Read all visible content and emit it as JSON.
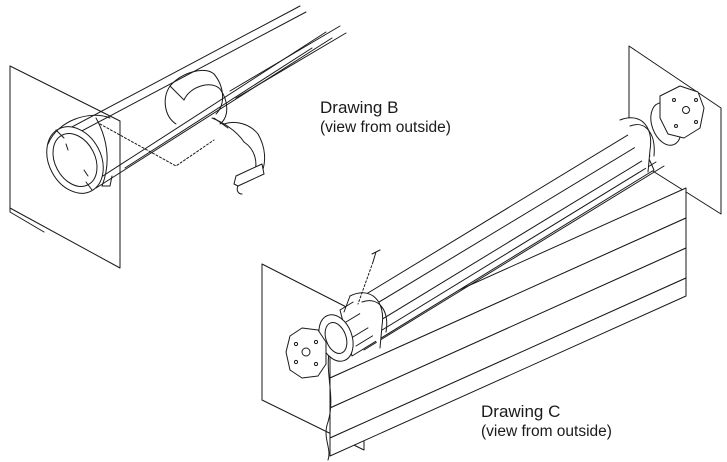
{
  "drawing_b": {
    "title": "Drawing B",
    "subtitle": "(view from outside)"
  },
  "drawing_c": {
    "title": "Drawing C",
    "subtitle": "(view from outside)"
  },
  "colors": {
    "stroke": "#1a1a1a",
    "background": "#ffffff"
  }
}
